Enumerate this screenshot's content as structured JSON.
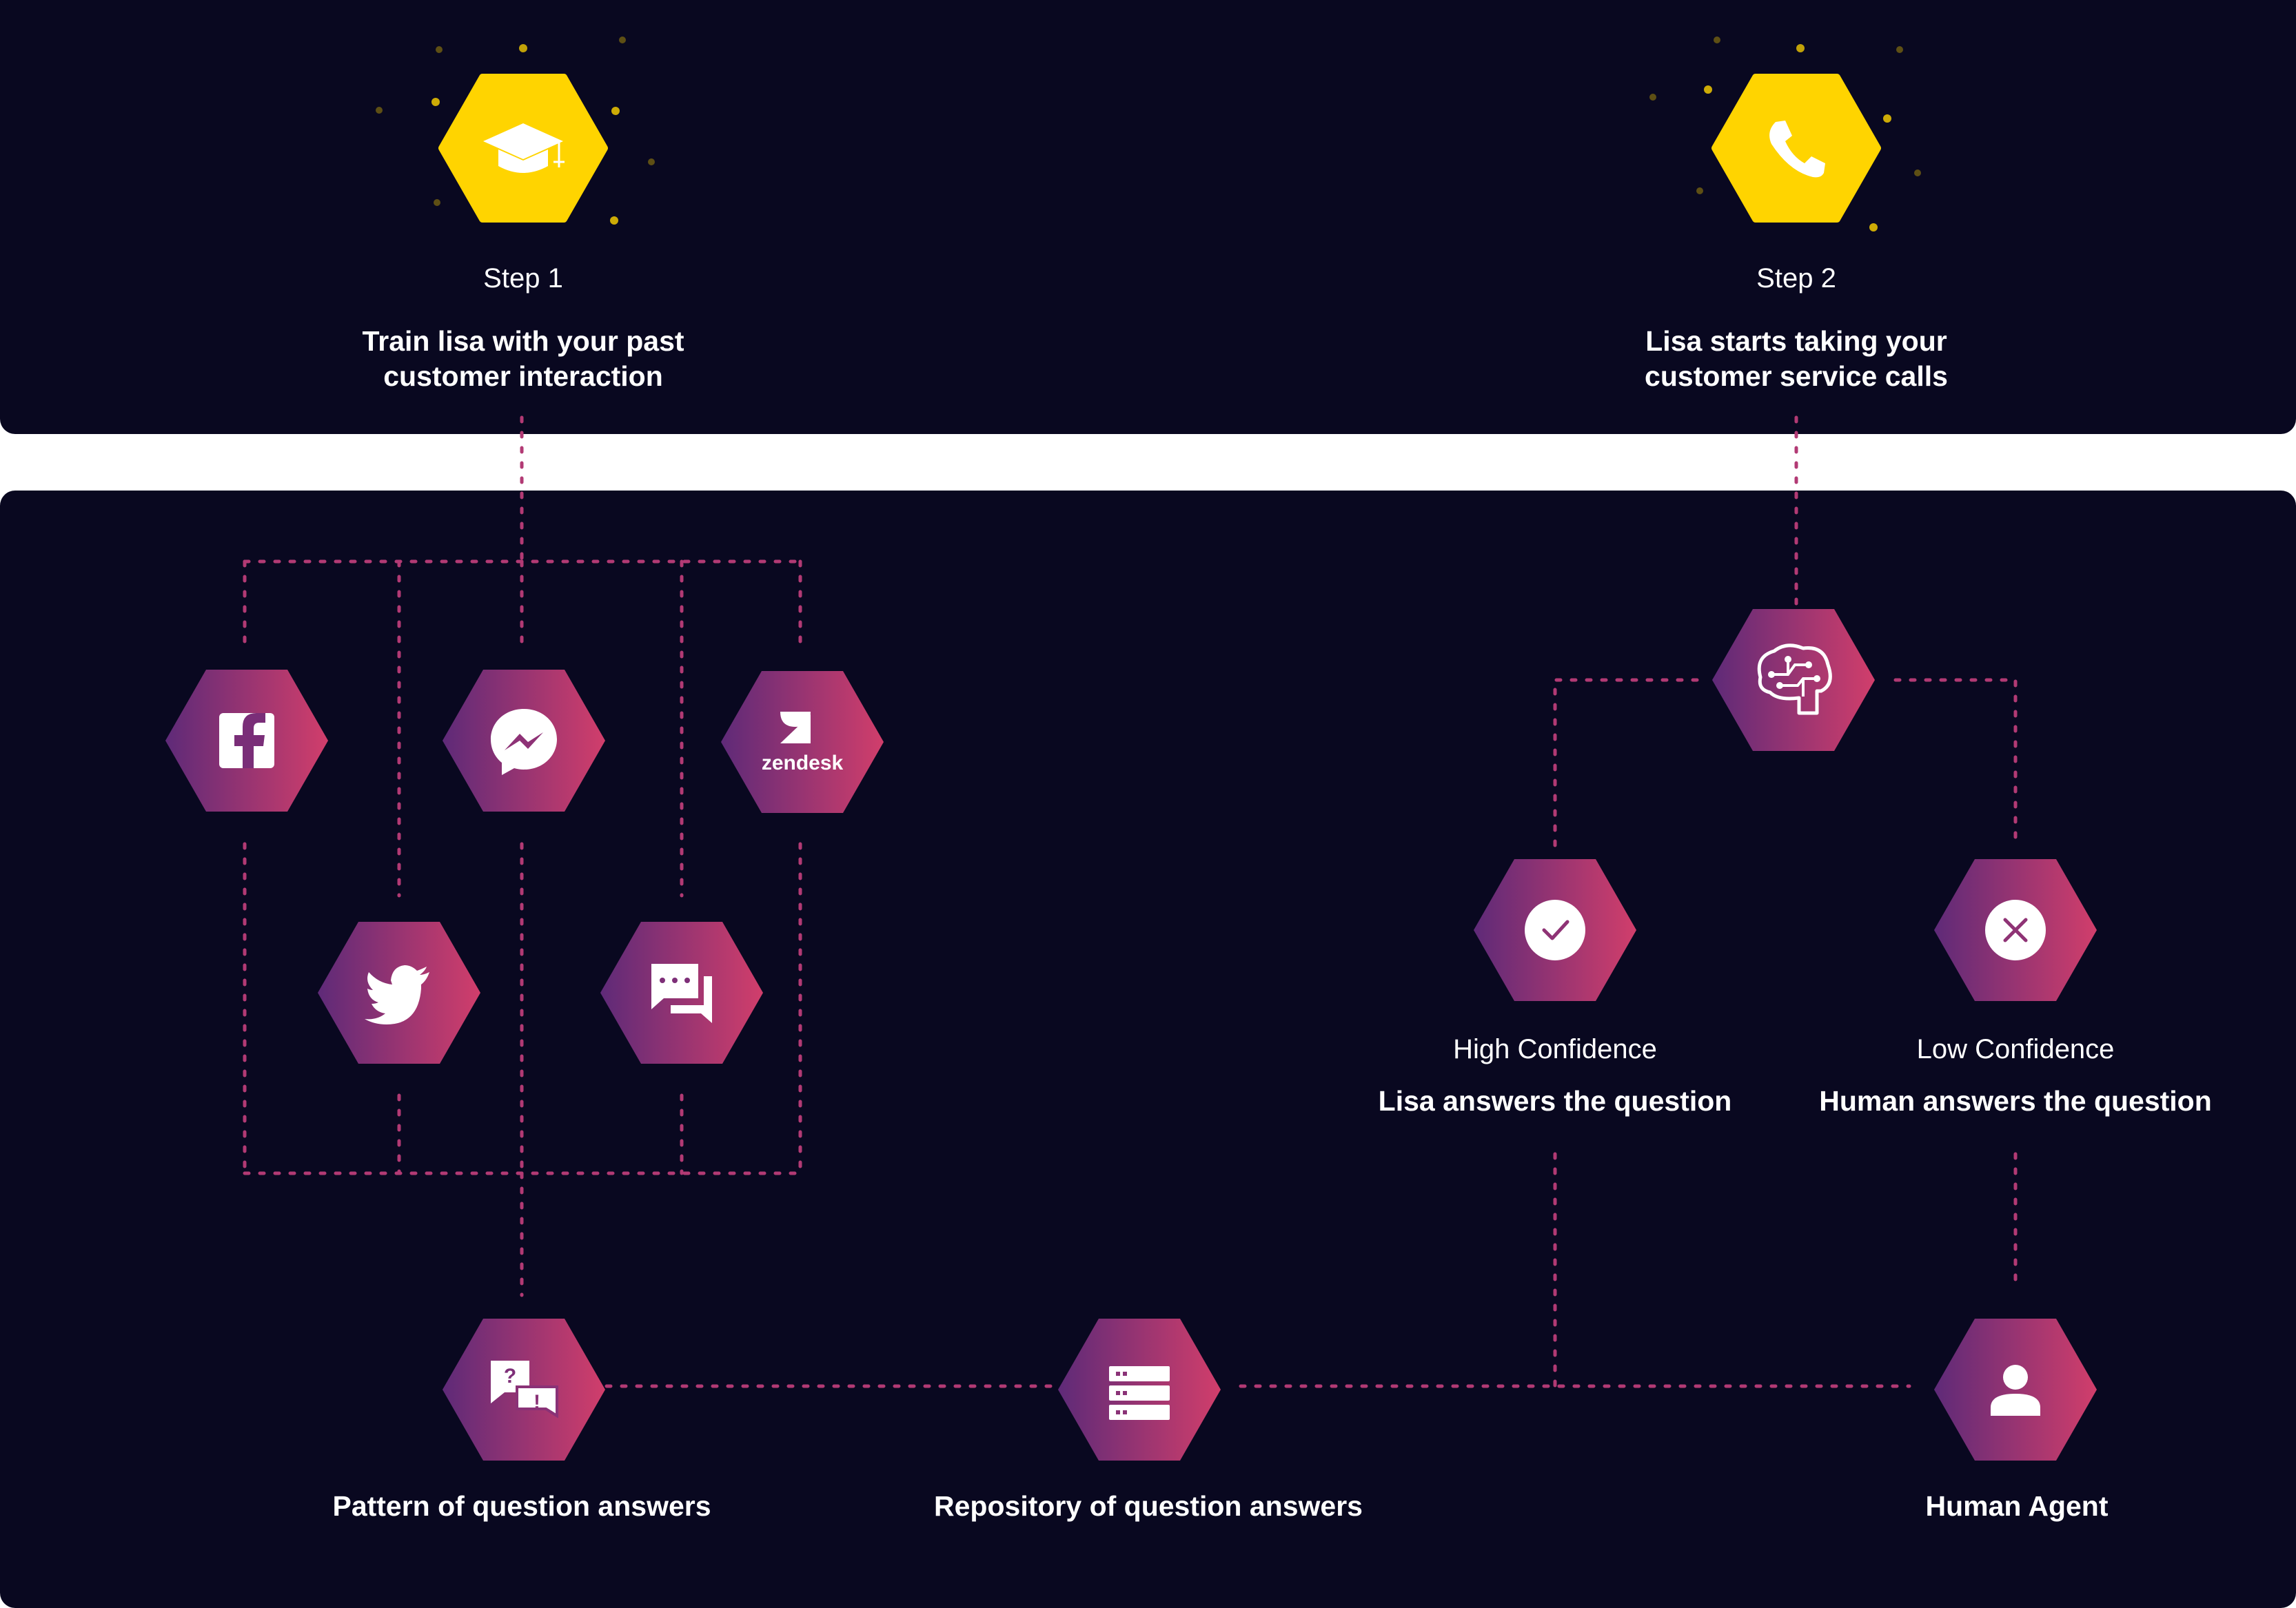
{
  "colors": {
    "background": "#090820",
    "accent_yellow": "#FFD400",
    "gradient_start": "#5E2A78",
    "gradient_end": "#D13E6B",
    "connector": "#B23A74"
  },
  "steps": [
    {
      "number": "Step 1",
      "description_lines": [
        "Train lisa with your past",
        "customer interaction"
      ],
      "icon": "graduation-cap-icon"
    },
    {
      "number": "Step 2",
      "description_lines": [
        "Lisa starts taking your",
        "customer service calls"
      ],
      "icon": "phone-icon"
    }
  ],
  "sources": [
    {
      "name": "facebook",
      "icon": "facebook-icon"
    },
    {
      "name": "messenger",
      "icon": "messenger-icon"
    },
    {
      "name": "zendesk",
      "icon": "zendesk-icon",
      "text": "zendesk"
    },
    {
      "name": "twitter",
      "icon": "twitter-icon"
    },
    {
      "name": "chat",
      "icon": "chat-icon"
    }
  ],
  "brain": {
    "icon": "brain-icon"
  },
  "outcomes": [
    {
      "category": "High Confidence",
      "title": "Lisa answers the question",
      "icon": "check-icon"
    },
    {
      "category": "Low Confidence",
      "title": "Human answers the question",
      "icon": "close-icon"
    }
  ],
  "bottom_nodes": [
    {
      "title": "Pattern of question answers",
      "icon": "qa-pattern-icon"
    },
    {
      "title": "Repository of question answers",
      "icon": "database-icon"
    },
    {
      "title": "Human Agent",
      "icon": "user-icon"
    }
  ]
}
